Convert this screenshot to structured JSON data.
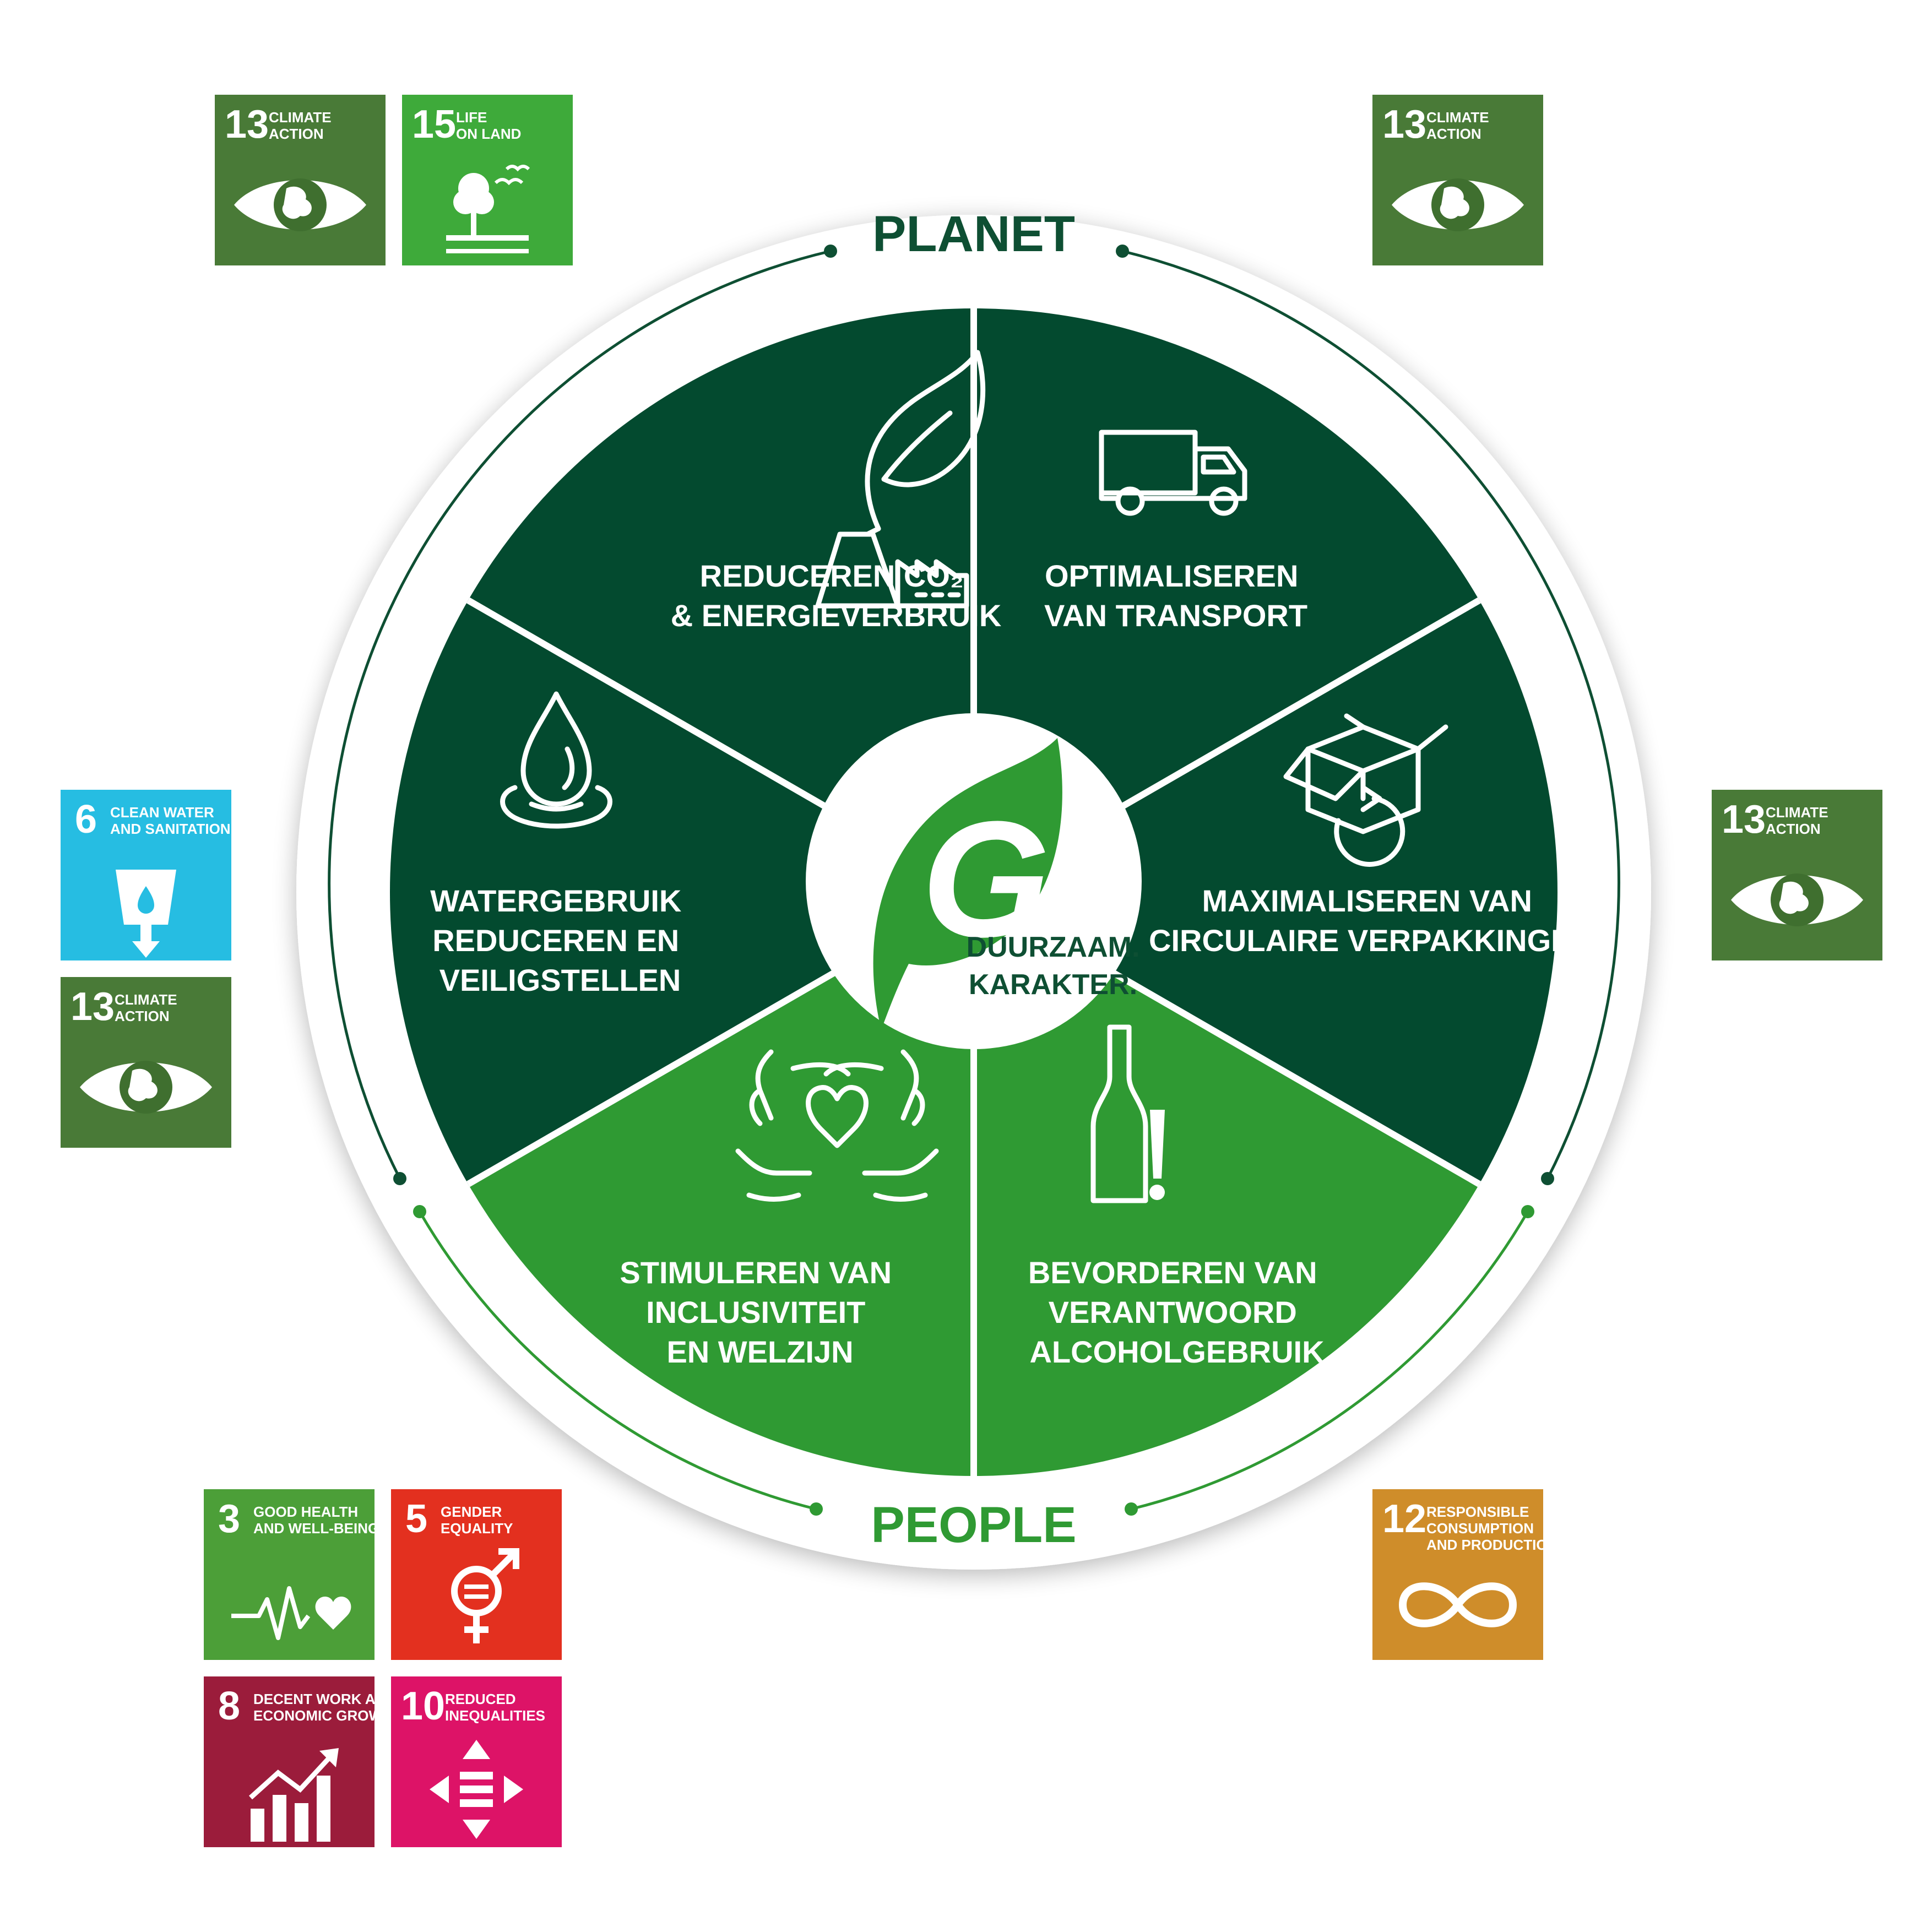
{
  "colors": {
    "dark_green": "#034a2f",
    "bright_green": "#2f9a33",
    "ring_line": "#0e4f33",
    "sdg3": "#4c9f38",
    "sdg5": "#e3301f",
    "sdg6": "#26bde2",
    "sdg8": "#9b1c3b",
    "sdg10": "#dd1367",
    "sdg12": "#cf8d2a",
    "sdg13": "#497a37",
    "sdg15": "#3eaa3a"
  },
  "ring": {
    "top_label": "PLANET",
    "bottom_label": "PEOPLE"
  },
  "center": {
    "logo_letter": "G",
    "line1": "DUURZAAM.",
    "line2": "KARAKTER."
  },
  "segments": [
    {
      "icon": "leaf-factory-icon",
      "lines": [
        "REDUCEREN CO₂",
        "& ENERGIEVERBRUIK"
      ]
    },
    {
      "icon": "truck-icon",
      "lines": [
        "OPTIMALISEREN",
        "VAN TRANSPORT"
      ]
    },
    {
      "icon": "recycle-box-icon",
      "lines": [
        "MAXIMALISEREN VAN",
        "CIRCULAIRE VERPAKKINGEN"
      ]
    },
    {
      "icon": "bottle-warning-icon",
      "lines": [
        "BEVORDEREN VAN",
        "VERANTWOORD",
        "ALCOHOLGEBRUIK"
      ]
    },
    {
      "icon": "hands-heart-icon",
      "lines": [
        "STIMULEREN VAN",
        "INCLUSIVITEIT",
        "EN WELZIJN"
      ]
    },
    {
      "icon": "water-drop-icon",
      "lines": [
        "WATERGEBRUIK",
        "REDUCEREN EN",
        "VEILIGSTELLEN"
      ]
    }
  ],
  "sdg_tiles": [
    {
      "number": "13",
      "lines": [
        "CLIMATE",
        "ACTION"
      ],
      "color": "#497a37",
      "icon": "eye-earth-icon"
    },
    {
      "number": "15",
      "lines": [
        "LIFE",
        "ON LAND"
      ],
      "color": "#3eaa3a",
      "icon": "tree-birds-icon"
    },
    {
      "number": "13",
      "lines": [
        "CLIMATE",
        "ACTION"
      ],
      "color": "#497a37",
      "icon": "eye-earth-icon"
    },
    {
      "number": "6",
      "lines": [
        "CLEAN WATER",
        "AND SANITATION"
      ],
      "color": "#26bde2",
      "icon": "water-glass-icon"
    },
    {
      "number": "13",
      "lines": [
        "CLIMATE",
        "ACTION"
      ],
      "color": "#497a37",
      "icon": "eye-earth-icon"
    },
    {
      "number": "13",
      "lines": [
        "CLIMATE",
        "ACTION"
      ],
      "color": "#497a37",
      "icon": "eye-earth-icon"
    },
    {
      "number": "3",
      "lines": [
        "GOOD HEALTH",
        "AND WELL-BEING"
      ],
      "color": "#4c9f38",
      "icon": "heartbeat-icon"
    },
    {
      "number": "5",
      "lines": [
        "GENDER",
        "EQUALITY"
      ],
      "color": "#e3301f",
      "icon": "gender-symbol-icon"
    },
    {
      "number": "12",
      "lines": [
        "RESPONSIBLE",
        "CONSUMPTION",
        "AND PRODUCTION"
      ],
      "color": "#cf8d2a",
      "icon": "infinity-icon"
    },
    {
      "number": "8",
      "lines": [
        "DECENT WORK AND",
        "ECONOMIC GROWTH"
      ],
      "color": "#9b1c3b",
      "icon": "growth-chart-icon"
    },
    {
      "number": "10",
      "lines": [
        "REDUCED",
        "INEQUALITIES"
      ],
      "color": "#dd1367",
      "icon": "equal-arrows-icon"
    }
  ]
}
